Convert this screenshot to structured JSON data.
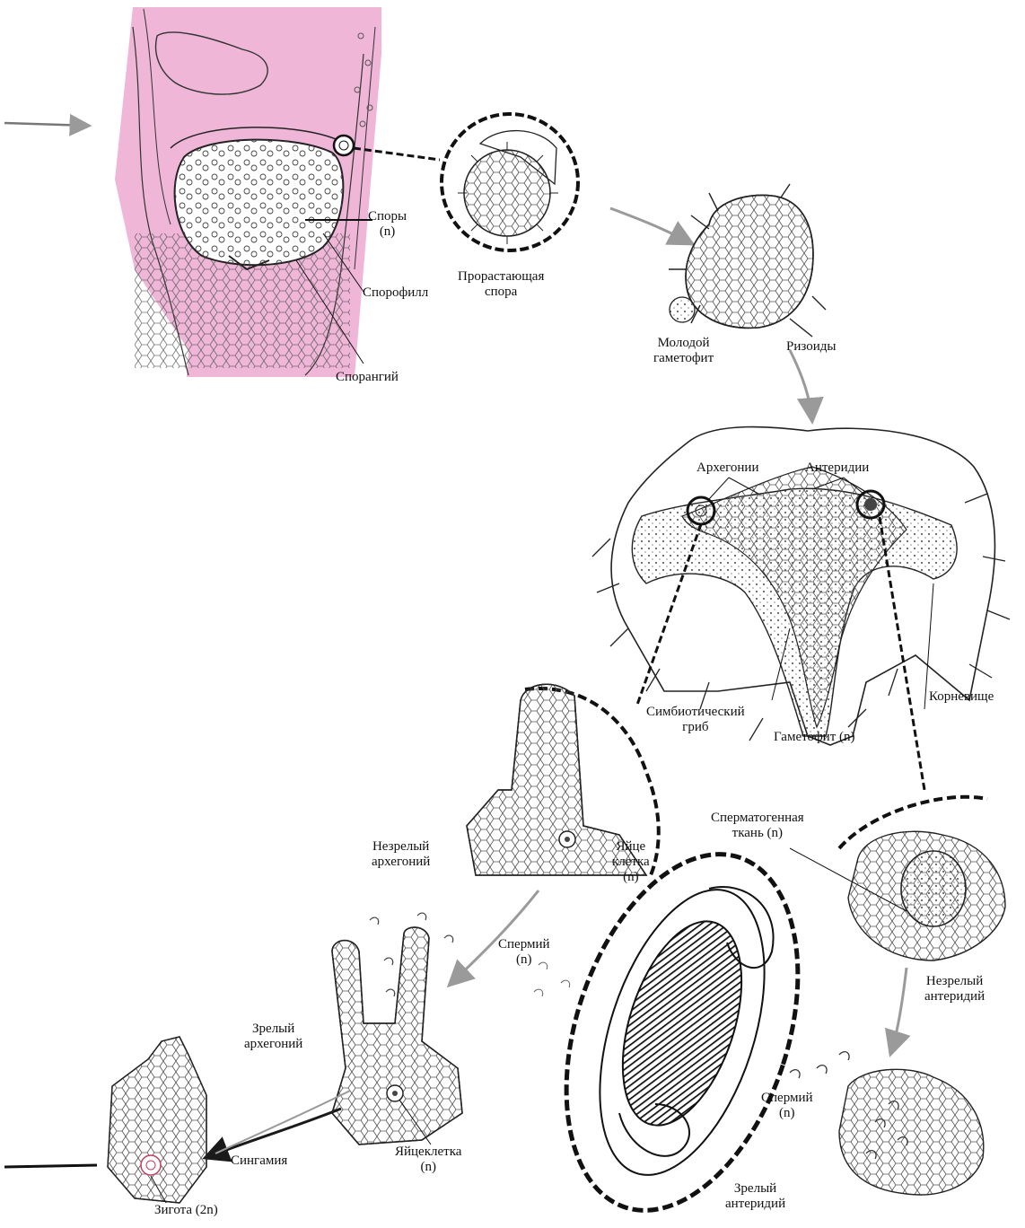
{
  "labels": {
    "spores": [
      "Споры",
      "(n)"
    ],
    "sporophyll": "Спорофилл",
    "sporangium": "Спорангий",
    "germinating_spore": [
      "Прорастающая",
      "спора"
    ],
    "young_gametophyte": [
      "Молодой",
      "гаметофит"
    ],
    "rhizoids": "Ризоиды",
    "archegonia": "Архегонии",
    "antheridia": "Антеридии",
    "symbiotic_fungus": [
      "Симбиотический",
      "гриб"
    ],
    "rhizome": "Корневище",
    "gametophyte": "Гаметофит (n)",
    "immature_archegonium": [
      "Незрелый",
      "архегоний"
    ],
    "egg_cell_top": [
      "Яйце",
      "клетка",
      "(n)"
    ],
    "spermatogenous_tissue": [
      "Сперматогенная",
      "ткань (n)"
    ],
    "sperm_center": [
      "Спермий",
      "(n)"
    ],
    "immature_antheridium": [
      "Незрелый",
      "антеридий"
    ],
    "mature_archegonium": [
      "Зрелый",
      "архегоний"
    ],
    "egg_cell_bottom": [
      "Яйцеклетка",
      "(n)"
    ],
    "sperm_right": [
      "Спермий",
      "(n)"
    ],
    "syngamy": "Сингамия",
    "zygote": "Зигота (2n)",
    "mature_antheridium": [
      "Зрелый",
      "антеридий"
    ]
  },
  "colors": {
    "sporophyte_fill": "#efb6d8",
    "ink": "#1a1a1a",
    "arrow_gray": "#9a9a9a",
    "antherozoid_fill": "#2b2b2b"
  }
}
